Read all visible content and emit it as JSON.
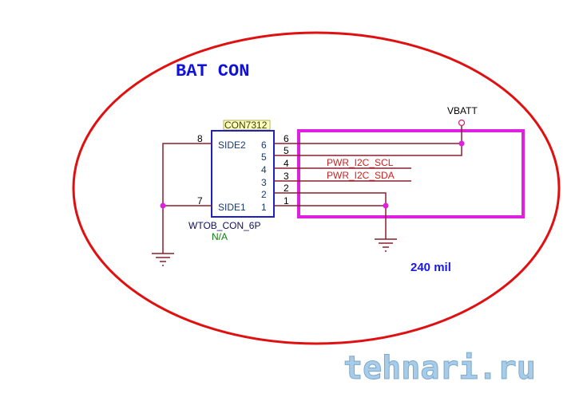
{
  "title": "BAT CON",
  "connector": {
    "refdes": "CON7312",
    "part": "WTOB_CON_6P",
    "value": "N/A",
    "pins_left": [
      {
        "num": "8",
        "name": "SIDE2"
      },
      {
        "num": "7",
        "name": "SIDE1"
      }
    ],
    "pins_right": [
      "6",
      "5",
      "4",
      "3",
      "2",
      "1"
    ],
    "pins_right_outer": [
      "6",
      "5",
      "4",
      "3",
      "2",
      "1"
    ]
  },
  "nets": {
    "scl": "PWR_I2C_SCL",
    "sda": "PWR_I2C_SDA",
    "power": "VBATT"
  },
  "note": "240 mil",
  "watermark": "tehnari.ru",
  "colors": {
    "ellipse": "#e01010",
    "wire": "#8b1f2c",
    "box": "#2020c0",
    "highlight": "#e020e0",
    "title": "#1010e0"
  }
}
